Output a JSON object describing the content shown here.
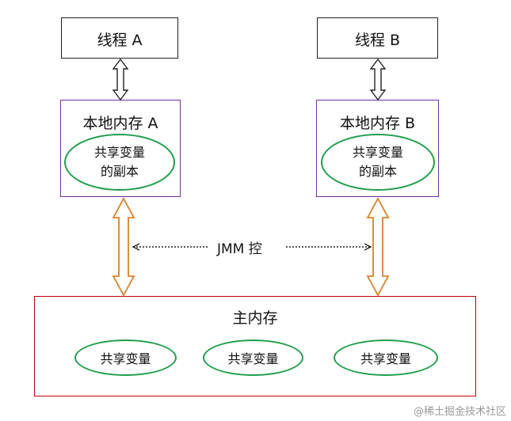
{
  "thread_a": {
    "label": "线程 A"
  },
  "thread_b": {
    "label": "线程 B"
  },
  "local_a": {
    "label": "本地内存 A",
    "copy": "共享变量\n的副本"
  },
  "local_b": {
    "label": "本地内存 B",
    "copy": "共享变量\n的副本"
  },
  "jmm": {
    "label": "JMM 控"
  },
  "main_memory": {
    "label": "主内存",
    "variables": [
      "共享变量",
      "共享变量",
      "共享变量"
    ]
  },
  "watermark": "@稀土掘金技术社区",
  "colors": {
    "thread_border": "#222222",
    "local_border": "#7030a0",
    "main_border": "#c00000",
    "ellipse": "#1f9e4c",
    "sync_arrow": "#d9822b"
  }
}
